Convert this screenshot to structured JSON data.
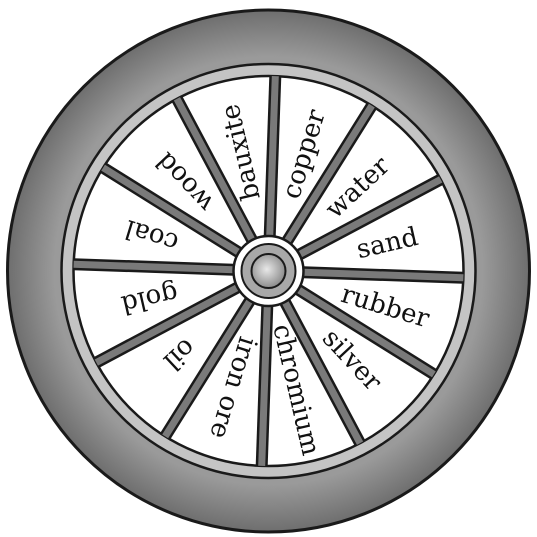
{
  "wheel": {
    "segments": [
      {
        "label": "copper"
      },
      {
        "label": "water"
      },
      {
        "label": "sand"
      },
      {
        "label": "rubber"
      },
      {
        "label": "silver"
      },
      {
        "label": "chromium"
      },
      {
        "label": "iron ore"
      },
      {
        "label": "oil"
      },
      {
        "label": "gold"
      },
      {
        "label": "coal"
      },
      {
        "label": "wood"
      },
      {
        "label": "bauxite"
      }
    ]
  },
  "colors": {
    "tire": "#8a8a8a",
    "tire_outline": "#1a1a1a",
    "rim": "#b8b8b8",
    "spoke": "#7a7a7a",
    "hub": "#9a9a9a",
    "background": "#ffffff"
  }
}
